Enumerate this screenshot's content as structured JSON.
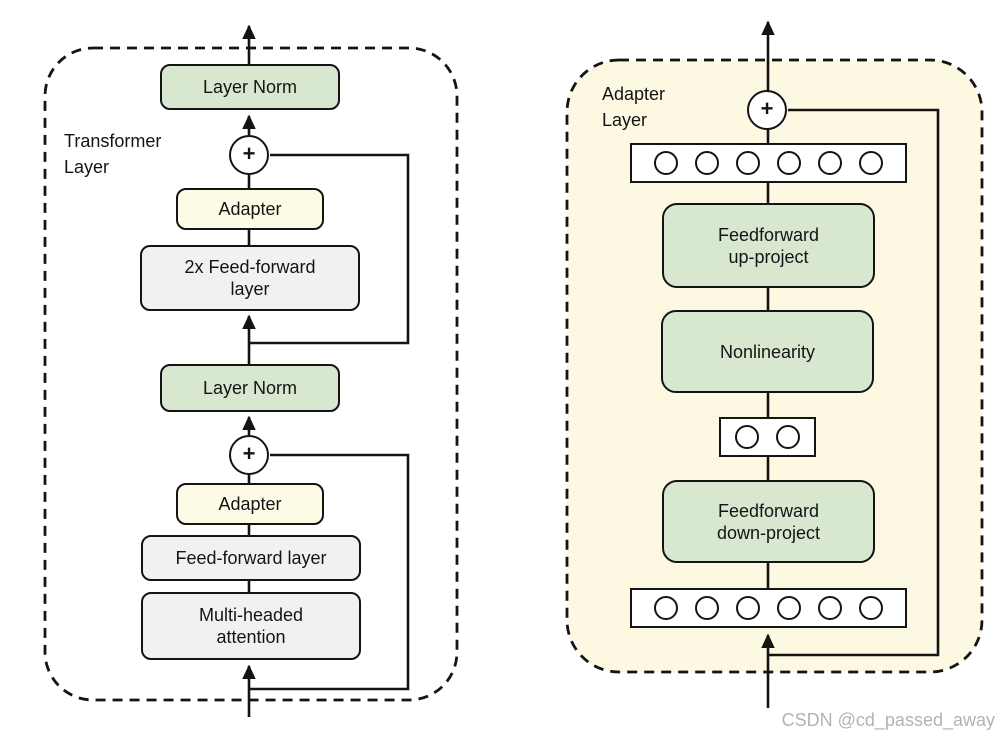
{
  "colors": {
    "green": "#d8e7cf",
    "cream": "#fdfae6",
    "gray": "#f0f1f1",
    "panel-bg": "#fcf8e2",
    "line": "#141414",
    "watermark": "#b3b3b3"
  },
  "transformer_layer": {
    "label": "Transformer\nLayer",
    "layer_norm_top": "Layer Norm",
    "adapter_top": "Adapter",
    "feedforward_2x": "2x Feed-forward\nlayer",
    "layer_norm_bottom": "Layer Norm",
    "adapter_bottom": "Adapter",
    "feedforward": "Feed-forward layer",
    "attention": "Multi-headed\nattention",
    "plus_top": "+",
    "plus_bottom": "+"
  },
  "adapter_layer": {
    "label": "Adapter\nLayer",
    "plus": "+",
    "up_project": "Feedforward\nup-project",
    "nonlinearity": "Nonlinearity",
    "down_project": "Feedforward\ndown-project",
    "top_units": 6,
    "bottleneck_units": 2,
    "bottom_units": 6
  },
  "watermark": "CSDN @cd_passed_away"
}
